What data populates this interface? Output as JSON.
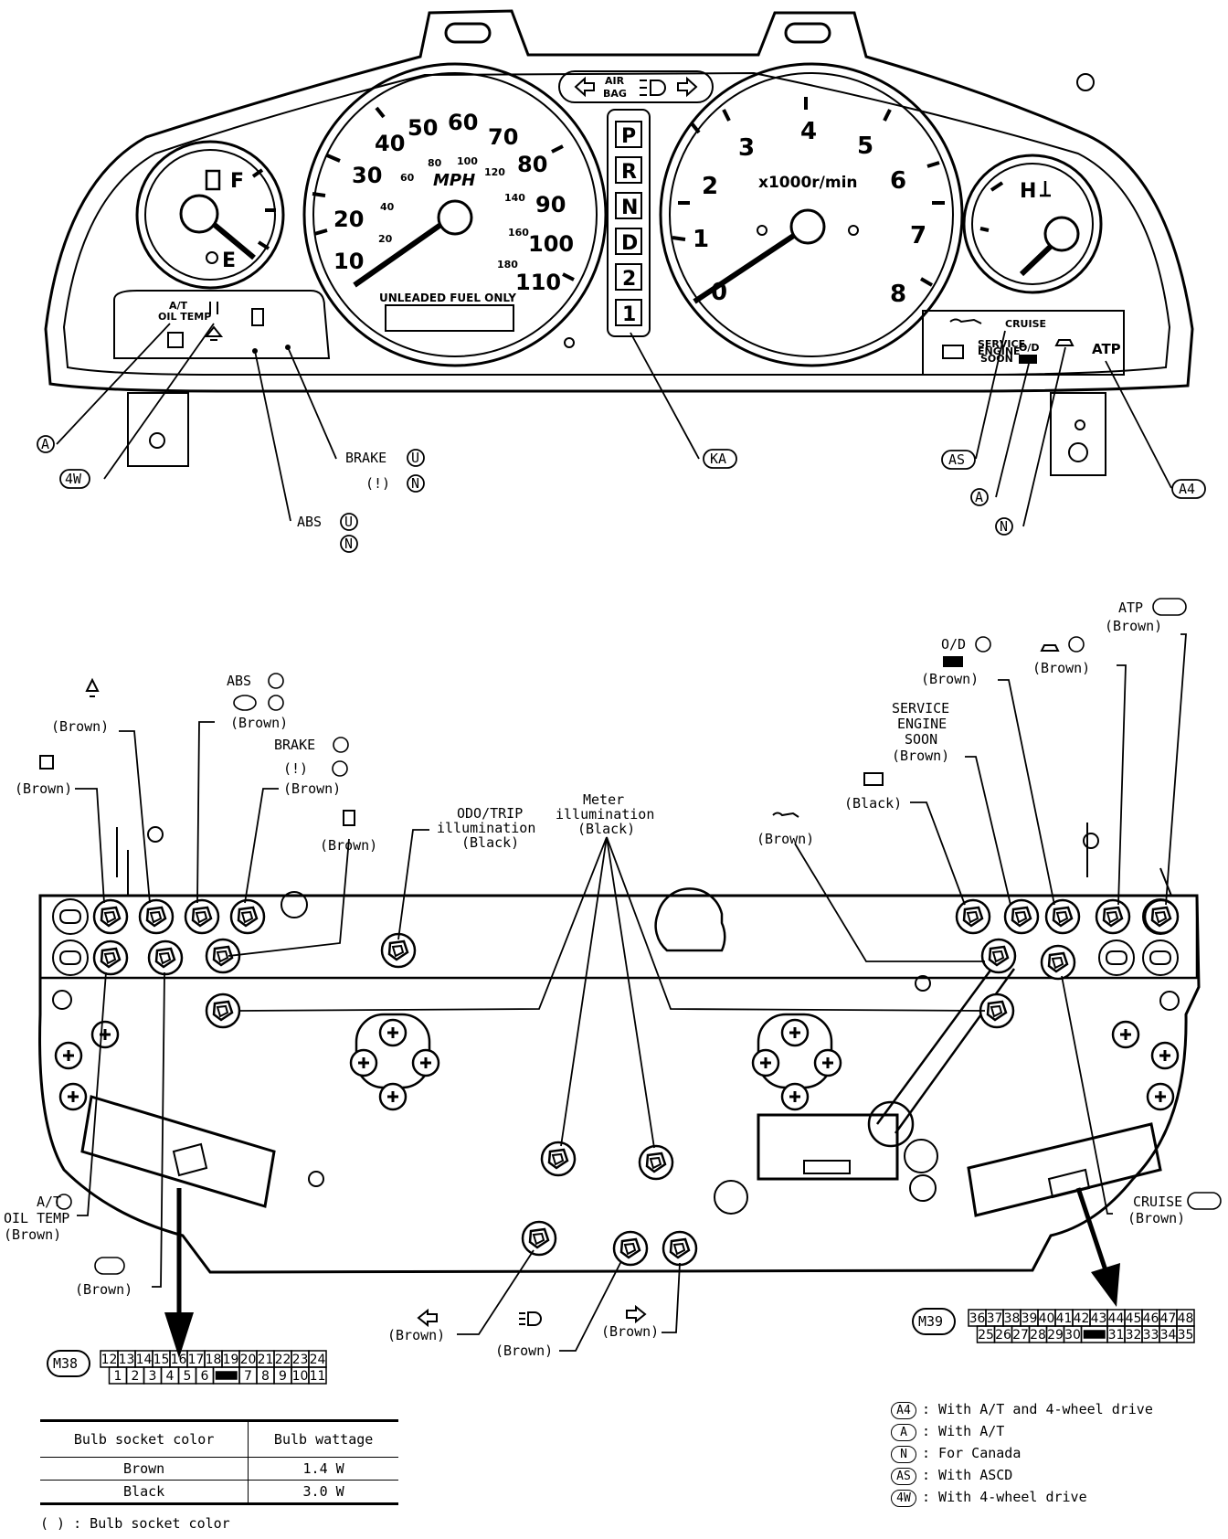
{
  "cluster": {
    "airbag": [
      "AIR",
      "BAG"
    ],
    "fuel_gauge": {
      "full": "F",
      "empty": "E"
    },
    "temp_gauge": {
      "hot": "H"
    },
    "speedometer": {
      "unit": "MPH",
      "mph_ticks": [
        "10",
        "20",
        "30",
        "40",
        "50",
        "60",
        "70",
        "80",
        "90",
        "100",
        "110"
      ],
      "kmh_ticks": [
        "20",
        "40",
        "60",
        "80",
        "100",
        "120",
        "140",
        "160",
        "180"
      ],
      "fuel_note": "UNLEADED FUEL ONLY"
    },
    "tachometer": {
      "unit": "x1000r/min",
      "ticks": [
        "0",
        "1",
        "2",
        "3",
        "4",
        "5",
        "6",
        "7",
        "8"
      ]
    },
    "gear_indicator": [
      "P",
      "R",
      "N",
      "D",
      "2",
      "1"
    ],
    "warning_texts": {
      "at_oil_temp": [
        "A/T",
        "OIL TEMP"
      ],
      "cruise": "CRUISE",
      "od": "O/D",
      "atp": "ATP",
      "service_engine_soon_small": [
        "SERVICE",
        "ENGINE",
        "SOON"
      ]
    },
    "callouts": {
      "a": "A",
      "fourw": "4W",
      "brake": "BRAKE",
      "abs": "ABS",
      "ka": "KA",
      "as": "AS",
      "a4": "A4",
      "n": "N",
      "u": "U"
    }
  },
  "rear_view": {
    "labels": {
      "seatbelt": "(Brown)",
      "abs": "ABS",
      "abs_color": "(Brown)",
      "brake": "BRAKE",
      "brake_color": "(Brown)",
      "shift": "(Brown)",
      "fuel": "(Brown)",
      "odo_trip": [
        "ODO/TRIP",
        "illumination",
        "(Black)"
      ],
      "meter_illum": [
        "Meter",
        "illumination",
        "(Black)"
      ],
      "oil": "(Brown)",
      "battery": "(Black)",
      "service_engine_soon": [
        "SERVICE",
        "ENGINE",
        "SOON",
        "(Brown)"
      ],
      "od": "O/D",
      "od_color": "(Brown)",
      "washer": "(Brown)",
      "atp": "ATP",
      "atp_color": "(Brown)",
      "at_oil_temp": [
        "A/T",
        "OIL TEMP",
        "(Brown)"
      ],
      "fourw": "(Brown)",
      "cruise": "CRUISE",
      "cruise_color": "(Brown)",
      "left_turn": "(Brown)",
      "high_beam": "(Brown)",
      "right_turn": "(Brown)"
    },
    "connector_m38": {
      "name": "M38",
      "top": [
        "12",
        "13",
        "14",
        "15",
        "16",
        "17",
        "18",
        "19",
        "20",
        "21",
        "22",
        "23",
        "24"
      ],
      "bottom": [
        "1",
        "2",
        "3",
        "4",
        "5",
        "6",
        "",
        "7",
        "8",
        "9",
        "10",
        "11"
      ]
    },
    "connector_m39": {
      "name": "M39",
      "top": [
        "36",
        "37",
        "38",
        "39",
        "40",
        "41",
        "42",
        "43",
        "44",
        "45",
        "46",
        "47",
        "48"
      ],
      "bottom": [
        "25",
        "26",
        "27",
        "28",
        "29",
        "30",
        "",
        "31",
        "32",
        "33",
        "34",
        "35"
      ]
    }
  },
  "bulb_table": {
    "headers": [
      "Bulb socket color",
      "Bulb wattage"
    ],
    "rows": [
      [
        "Brown",
        "1.4 W"
      ],
      [
        "Black",
        "3.0 W"
      ]
    ]
  },
  "note": "( ) : Bulb socket color",
  "legend": [
    {
      "code": "A4",
      "text": ": With A/T and 4-wheel drive"
    },
    {
      "code": "A",
      "text": ": With A/T"
    },
    {
      "code": "N",
      "text": ": For Canada"
    },
    {
      "code": "AS",
      "text": ": With ASCD"
    },
    {
      "code": "4W",
      "text": ": With 4-wheel drive"
    }
  ]
}
